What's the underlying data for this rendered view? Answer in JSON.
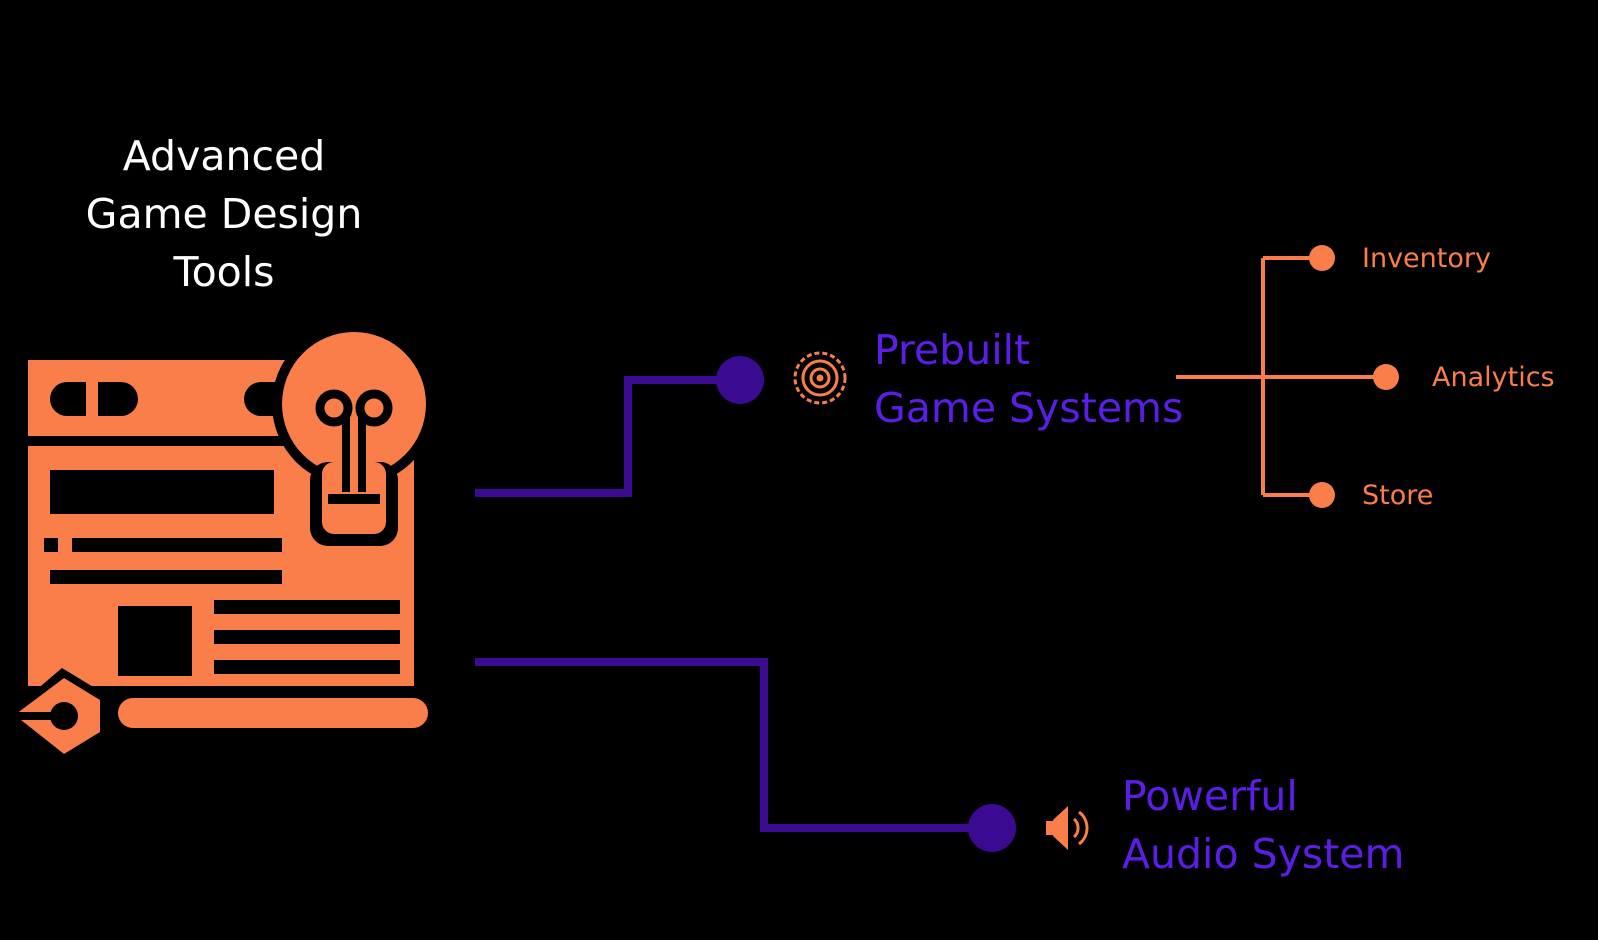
{
  "colors": {
    "background": "#000000",
    "accent_orange": "#fa7e4a",
    "accent_purple": "#5a1ee6",
    "connector_purple": "#3a0a91",
    "root_text": "#ffffff"
  },
  "root": {
    "title_lines": [
      "Advanced",
      "Game Design",
      "Tools"
    ],
    "icon": "web-design-lightbulb-pen-icon"
  },
  "nodes": {
    "prebuilt": {
      "icon": "gear-icon",
      "label_lines": [
        "Prebuilt",
        "Game Systems"
      ],
      "children": [
        "Inventory",
        "Analytics",
        "Store"
      ]
    },
    "audio": {
      "icon": "speaker-icon",
      "label_lines": [
        "Powerful",
        "Audio System"
      ]
    }
  }
}
